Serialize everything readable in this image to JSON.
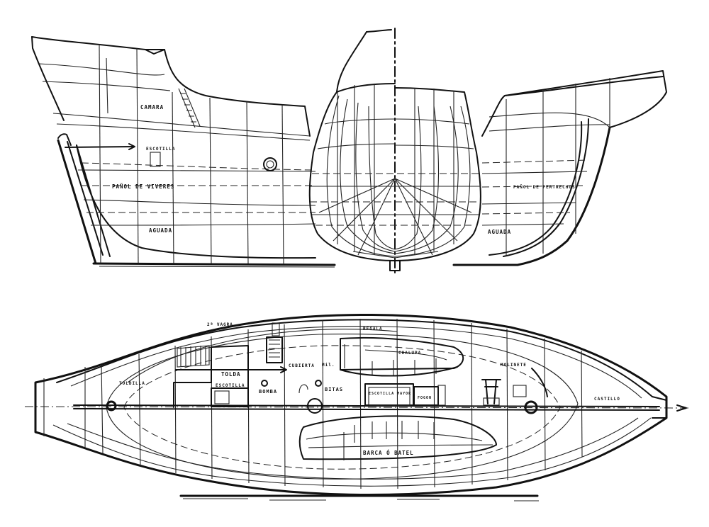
{
  "profile_labels": {
    "camara": "CAMARA",
    "escotilla": "ESCOTILLA",
    "panol_viveres": "PAÑOL DE VIVERES",
    "aguada_aft": "AGUADA",
    "aguada_fwd": "AGUADA",
    "panol_pertrechos": "PAÑOL DE PERTRECHOS"
  },
  "plan_labels": {
    "vagra": "2ª VAGRA",
    "regala": "REGALA",
    "toldilla": "TOLDILLA",
    "tolda": "TOLDA",
    "escotilla": "ESCOTILLA",
    "bomba": "BOMBA",
    "cubierta": "CUBIERTA",
    "mastil": "Mil.",
    "bitas": "BITAS",
    "chalupa": "CHALUPA",
    "escotilla_mayor": "ESCOTILLA MAYOR",
    "fogon": "FOGON",
    "molinete": "MOLINETE",
    "castillo": "CASTILLO",
    "barca": "BARCA Ó BATEL"
  }
}
